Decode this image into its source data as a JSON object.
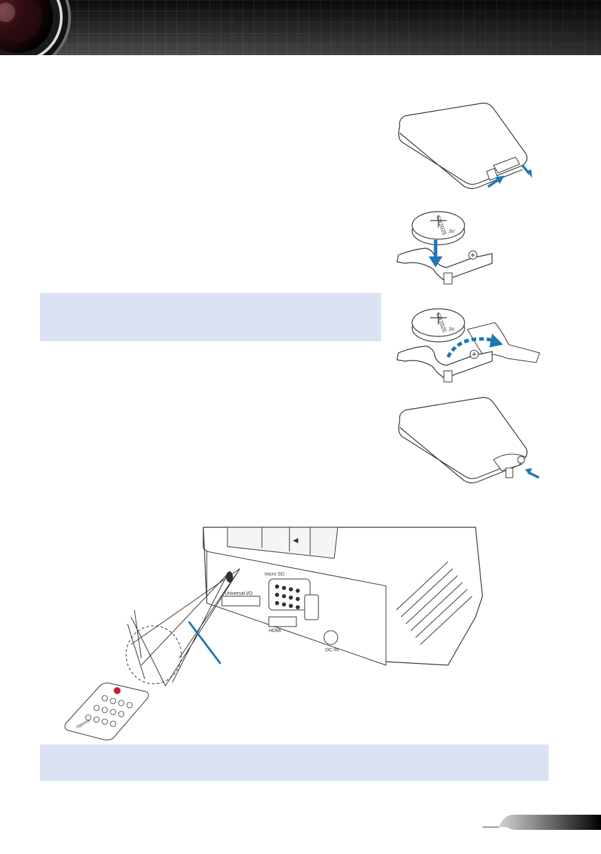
{
  "header": {
    "icon": "camera-lens-icon",
    "colors": {
      "band": "#2d2d2d",
      "note_box": "#dae2f3",
      "accent": "#1f77b4"
    }
  },
  "figures": {
    "step1": {
      "icon": "remote-open-battery-tray-icon"
    },
    "step2": {
      "battery_label": "CR2025",
      "battery_sublabel": "3V"
    },
    "step3": {
      "battery_label": "CR2025",
      "battery_sublabel": "3V"
    },
    "step4": {
      "icon": "remote-close-battery-tray-icon"
    },
    "projector": {
      "ports": [
        "micro SD",
        "Universal I/O",
        "HDMI",
        "DC IN"
      ],
      "remote_brand": "Optoma"
    }
  },
  "notes": [
    {
      "text": ""
    },
    {
      "text": ""
    }
  ],
  "footer": {
    "page_tab": ""
  }
}
